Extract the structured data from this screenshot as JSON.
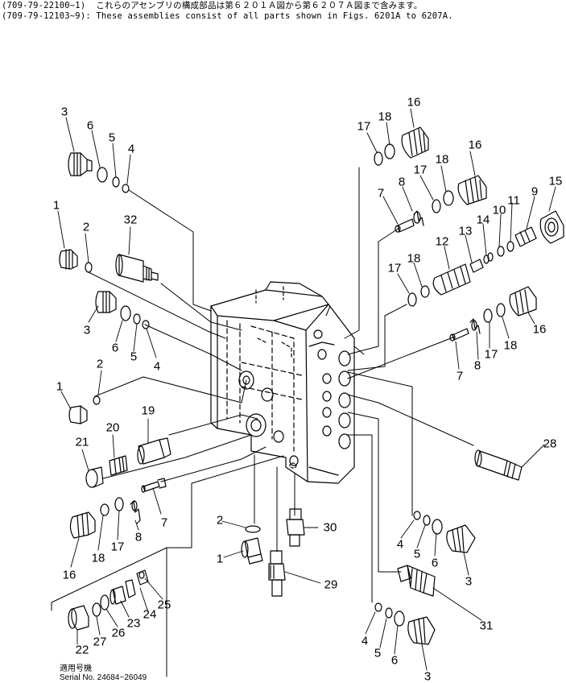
{
  "header": {
    "line1": "(709-79-22100~1)  これらのアセンブリの構成部品は第６２０１Ａ図から第６２０７Ａ図まで含みます。",
    "line2": "(709-79-12103~9): These assemblies consist of all parts shown in Figs. 6201A to 6207A."
  },
  "serial": {
    "label_jp": "適用号機",
    "text": "Serial  No. 24684~26049"
  },
  "callouts": {
    "c3a": "3",
    "c6a": "6",
    "c5a": "5",
    "c4a": "4",
    "c1a": "1",
    "c2a": "2",
    "c32": "32",
    "c3b": "3",
    "c6b": "6",
    "c5b": "5",
    "c4b": "4",
    "c2b": "2",
    "c1b": "1",
    "c19": "19",
    "c20": "20",
    "c21": "21",
    "c7a": "7",
    "c8a": "8",
    "c17a": "17",
    "c18a": "18",
    "c16a": "16",
    "c22": "22",
    "c27": "27",
    "c26": "26",
    "c23": "23",
    "c24": "24",
    "c25": "25",
    "c2c": "2",
    "c1c": "1",
    "c30": "30",
    "c29": "29",
    "c17b": "17",
    "c18b": "18",
    "c16b": "16",
    "c17c": "17",
    "c18c": "18",
    "c16c": "16",
    "c7b": "7",
    "c8b": "8",
    "c15": "15",
    "c9": "9",
    "c11": "11",
    "c10": "10",
    "c14": "14",
    "c13": "13",
    "c12": "12",
    "c17d": "17",
    "c18d": "18",
    "c16d": "16",
    "c18e": "18",
    "c17e": "17",
    "c8c": "8",
    "c7c": "7",
    "c28": "28",
    "c4c": "4",
    "c5c": "5",
    "c6c": "6",
    "c3c": "3",
    "c31": "31",
    "c4d": "4",
    "c5d": "5",
    "c6d": "6",
    "c3d": "3"
  }
}
